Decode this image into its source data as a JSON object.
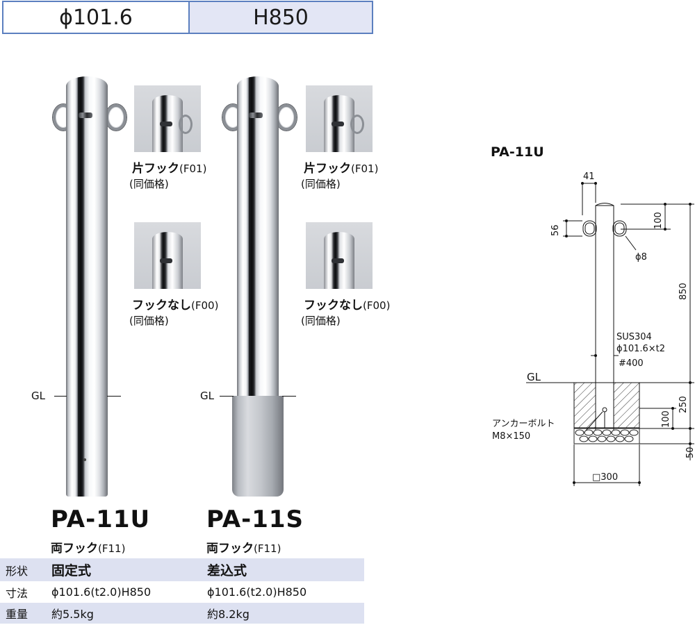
{
  "header": {
    "diameter": "ϕ101.6",
    "height": "H850"
  },
  "products": [
    {
      "model": "PA-11U",
      "variant_label": "両フック",
      "variant_code": "(F11)"
    },
    {
      "model": "PA-11S",
      "variant_label": "両フック",
      "variant_code": "(F11)"
    }
  ],
  "options": [
    {
      "label": "片フック",
      "code": "(F01)",
      "note": "(同価格)"
    },
    {
      "label": "フックなし",
      "code": "(F00)",
      "note": "(同価格)"
    },
    {
      "label": "片フック",
      "code": "(F01)",
      "note": "(同価格)"
    },
    {
      "label": "フックなし",
      "code": "(F00)",
      "note": "(同価格)"
    }
  ],
  "gl_label": "GL",
  "spec_table": {
    "rows": [
      {
        "key": "形状",
        "pa11u": "固定式",
        "pa11s": "差込式"
      },
      {
        "key": "寸法",
        "pa11u": "ϕ101.6(t2.0)H850",
        "pa11s": "ϕ101.6(t2.0)H850"
      },
      {
        "key": "重量",
        "pa11u": "約5.5kg",
        "pa11s": "約8.2kg"
      }
    ]
  },
  "drawing": {
    "title": "PA-11U",
    "dim_41": "41",
    "dim_56": "56",
    "dim_100_top": "100",
    "dim_850": "850",
    "dim_phi8": "ϕ8",
    "material": "SUS304",
    "pipe_spec": "ϕ101.6×t2",
    "finish": "#400",
    "gl": "GL",
    "dim_250": "250",
    "dim_100_bottom": "100",
    "dim_50": "50",
    "anchor_label": "アンカーボルト",
    "anchor_spec": "M8×150",
    "dim_300": "□300"
  },
  "colors": {
    "header_border": "#5b7fbf",
    "header_shade": "#e3e6f5",
    "table_shade": "#dde1f1"
  }
}
